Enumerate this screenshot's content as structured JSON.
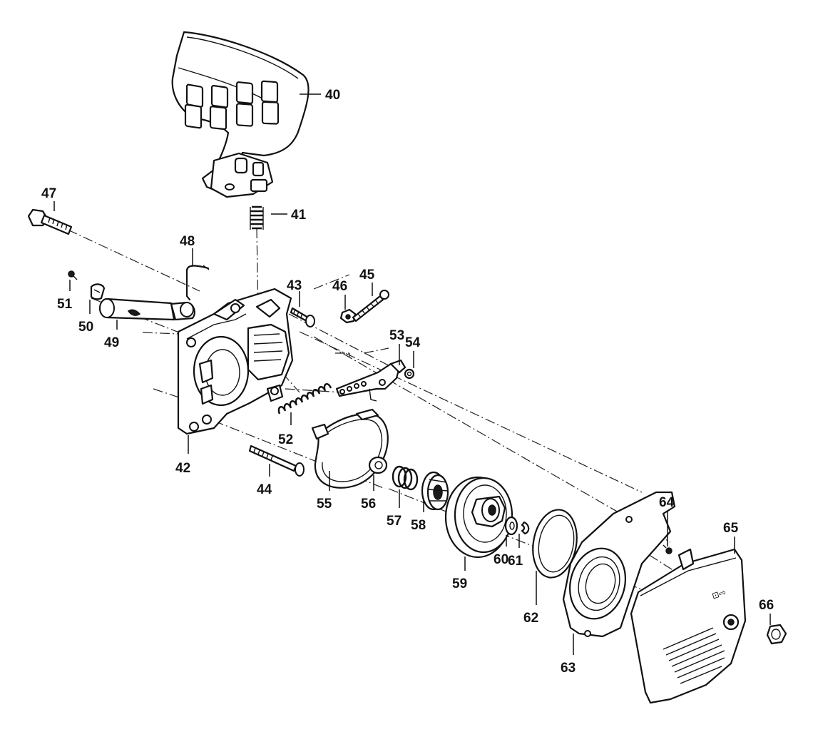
{
  "callouts": {
    "c40": "40",
    "c41": "41",
    "c42": "42",
    "c43": "43",
    "c44": "44",
    "c45": "45",
    "c46": "46",
    "c47": "47",
    "c48": "48",
    "c49": "49",
    "c50": "50",
    "c51": "51",
    "c52": "52",
    "c53": "53",
    "c54": "54",
    "c55": "55",
    "c56": "56",
    "c57": "57",
    "c58": "58",
    "c59": "59",
    "c60": "60",
    "c61": "61",
    "c62": "62",
    "c63": "63",
    "c64": "64",
    "c65": "65",
    "c66": "66"
  },
  "cover_marking": "⊡⇨",
  "colors": {
    "line": "#111111",
    "background": "#ffffff"
  }
}
